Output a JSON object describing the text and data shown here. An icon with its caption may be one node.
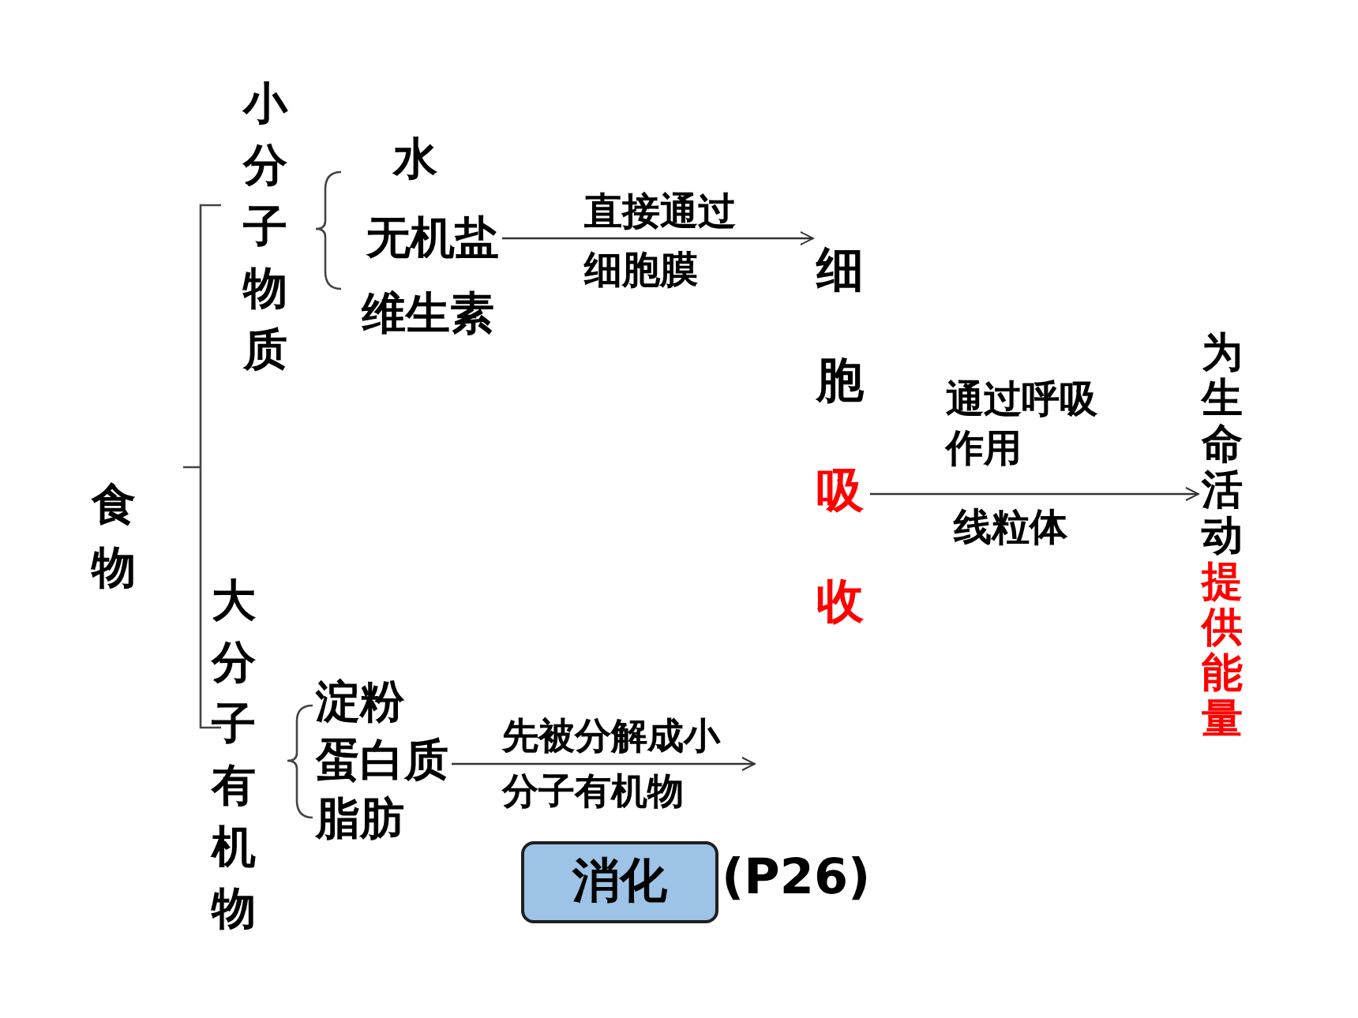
{
  "diagram": {
    "nodes": [
      {
        "text": [
          "食物"
        ]
      },
      {
        "text": [
          "小分子物质"
        ]
      },
      {
        "text": [
          "水"
        ]
      },
      {
        "text": [
          "无机盐"
        ]
      },
      {
        "text": [
          "维生素"
        ]
      },
      {
        "text": [
          "大分子有机物"
        ]
      },
      {
        "text": [
          "淀粉"
        ]
      },
      {
        "text": [
          "蛋白质"
        ]
      },
      {
        "text": [
          "脂肪"
        ]
      },
      {
        "text": [
          "细胞",
          "吸收"
        ]
      },
      {
        "text": [
          "为生命活动",
          "提供能量"
        ]
      },
      {
        "text": [
          "消化"
        ],
        "beside": [
          "(P26)"
        ]
      }
    ],
    "edges": [
      {
        "from": 3,
        "to": 9,
        "arrow": "to",
        "label": "直接通过细胞膜"
      },
      {
        "from": 9,
        "to": 10,
        "arrow": "to",
        "label": "通过呼吸作用"
      },
      {
        "from": 7,
        "to": null,
        "arrow": "to",
        "label": "先被分解成小分子有机物"
      }
    ],
    "labels": [
      "线粒体"
    ]
  }
}
